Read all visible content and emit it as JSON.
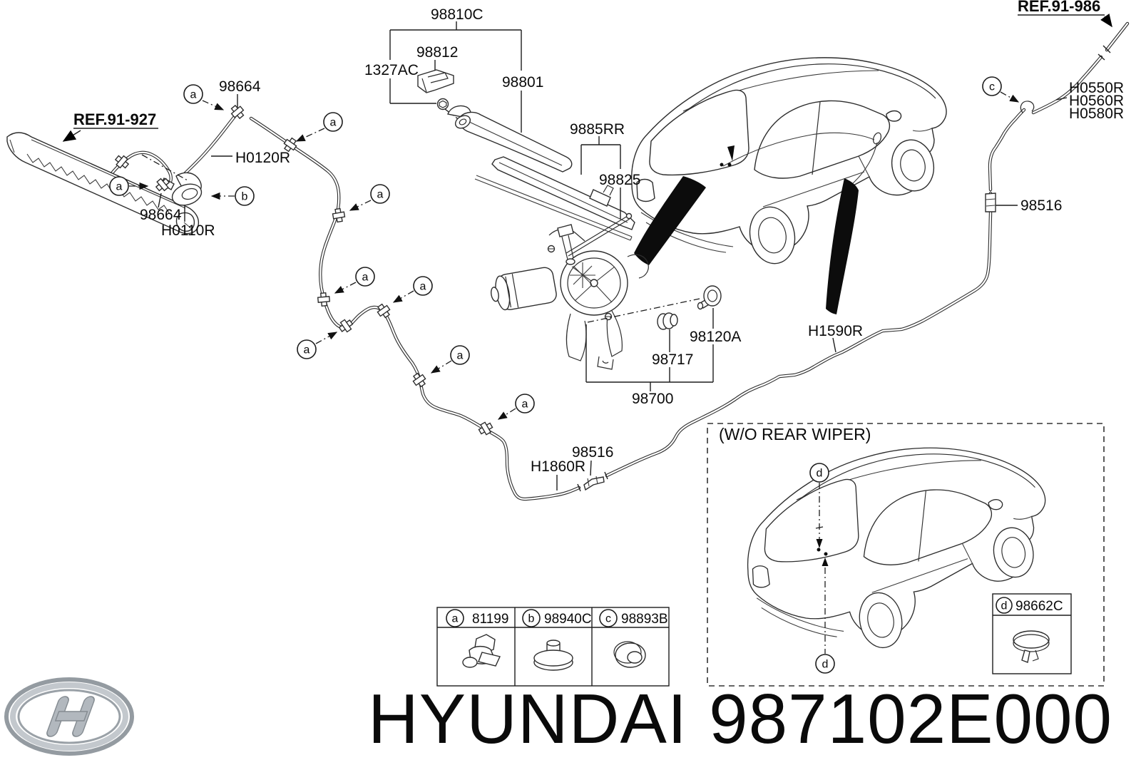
{
  "diagram": {
    "refs": {
      "top_left": "REF.91-927",
      "top_right": "REF.91-986"
    },
    "parts": {
      "p98810C": "98810C",
      "p98812": "98812",
      "p1327AC": "1327AC",
      "p98801": "98801",
      "p9885RR": "9885RR",
      "p98825": "98825",
      "p98664_top": "98664",
      "p98664_bottom": "98664",
      "pH0120R": "H0120R",
      "pH0110R": "H0110R",
      "pH0550R": "H0550R",
      "pH0560R": "H0560R",
      "pH0580R": "H0580R",
      "p98516_right": "98516",
      "p98516_left": "98516",
      "p98120A": "98120A",
      "p98717": "98717",
      "p98700": "98700",
      "pH1590R": "H1590R",
      "pH1860R": "H1860R"
    },
    "callouts": {
      "a": "a",
      "b": "b",
      "c": "c",
      "d": "d"
    },
    "inset": {
      "title": "(W/O REAR WIPER)",
      "part_letter": "d",
      "part_number": "98662C"
    },
    "legend": {
      "items": [
        {
          "letter": "a",
          "number": "81199"
        },
        {
          "letter": "b",
          "number": "98940C"
        },
        {
          "letter": "c",
          "number": "98893B"
        }
      ]
    },
    "footer": {
      "brand": "HYUNDAI",
      "part_number": "987102E000"
    }
  }
}
